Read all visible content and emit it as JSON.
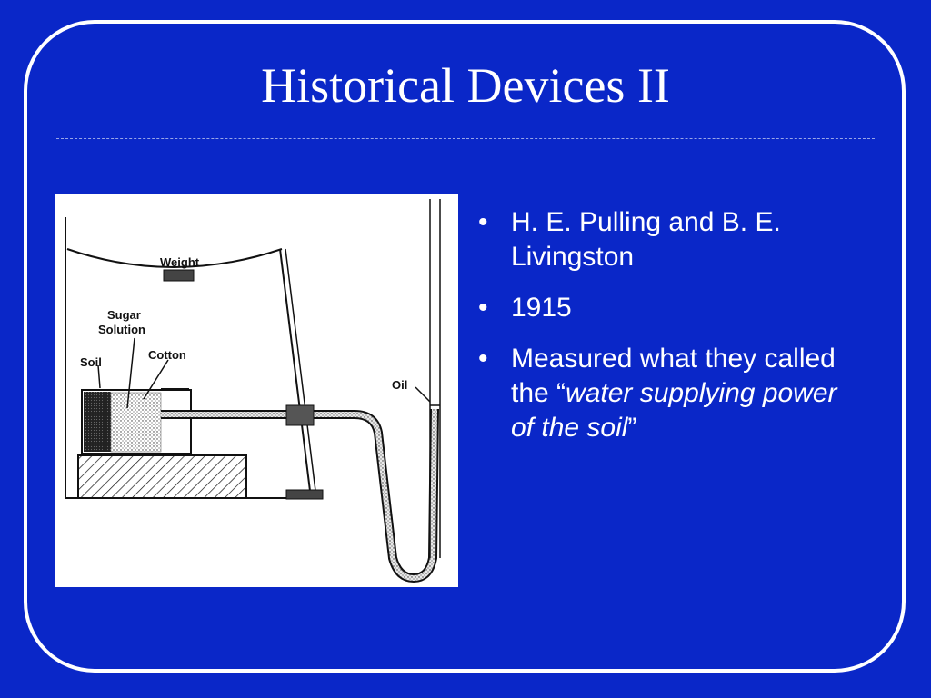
{
  "slide": {
    "title": "Historical Devices II"
  },
  "figure": {
    "labels": {
      "weight": "Weight",
      "sugar_line1": "Sugar",
      "sugar_line2": "Solution",
      "soil": "Soil",
      "cotton": "Cotton",
      "oil": "Oil"
    }
  },
  "bullets": {
    "marker": "•",
    "items": [
      {
        "text": "H. E. Pulling and B. E. Livingston"
      },
      {
        "text": "1915"
      },
      {
        "prefix": "Measured what they called the “",
        "italic": "water supplying power of the soil",
        "suffix": "”"
      }
    ]
  },
  "colors": {
    "background": "#0a27c8",
    "frame": "#ffffff",
    "text": "#ffffff"
  }
}
